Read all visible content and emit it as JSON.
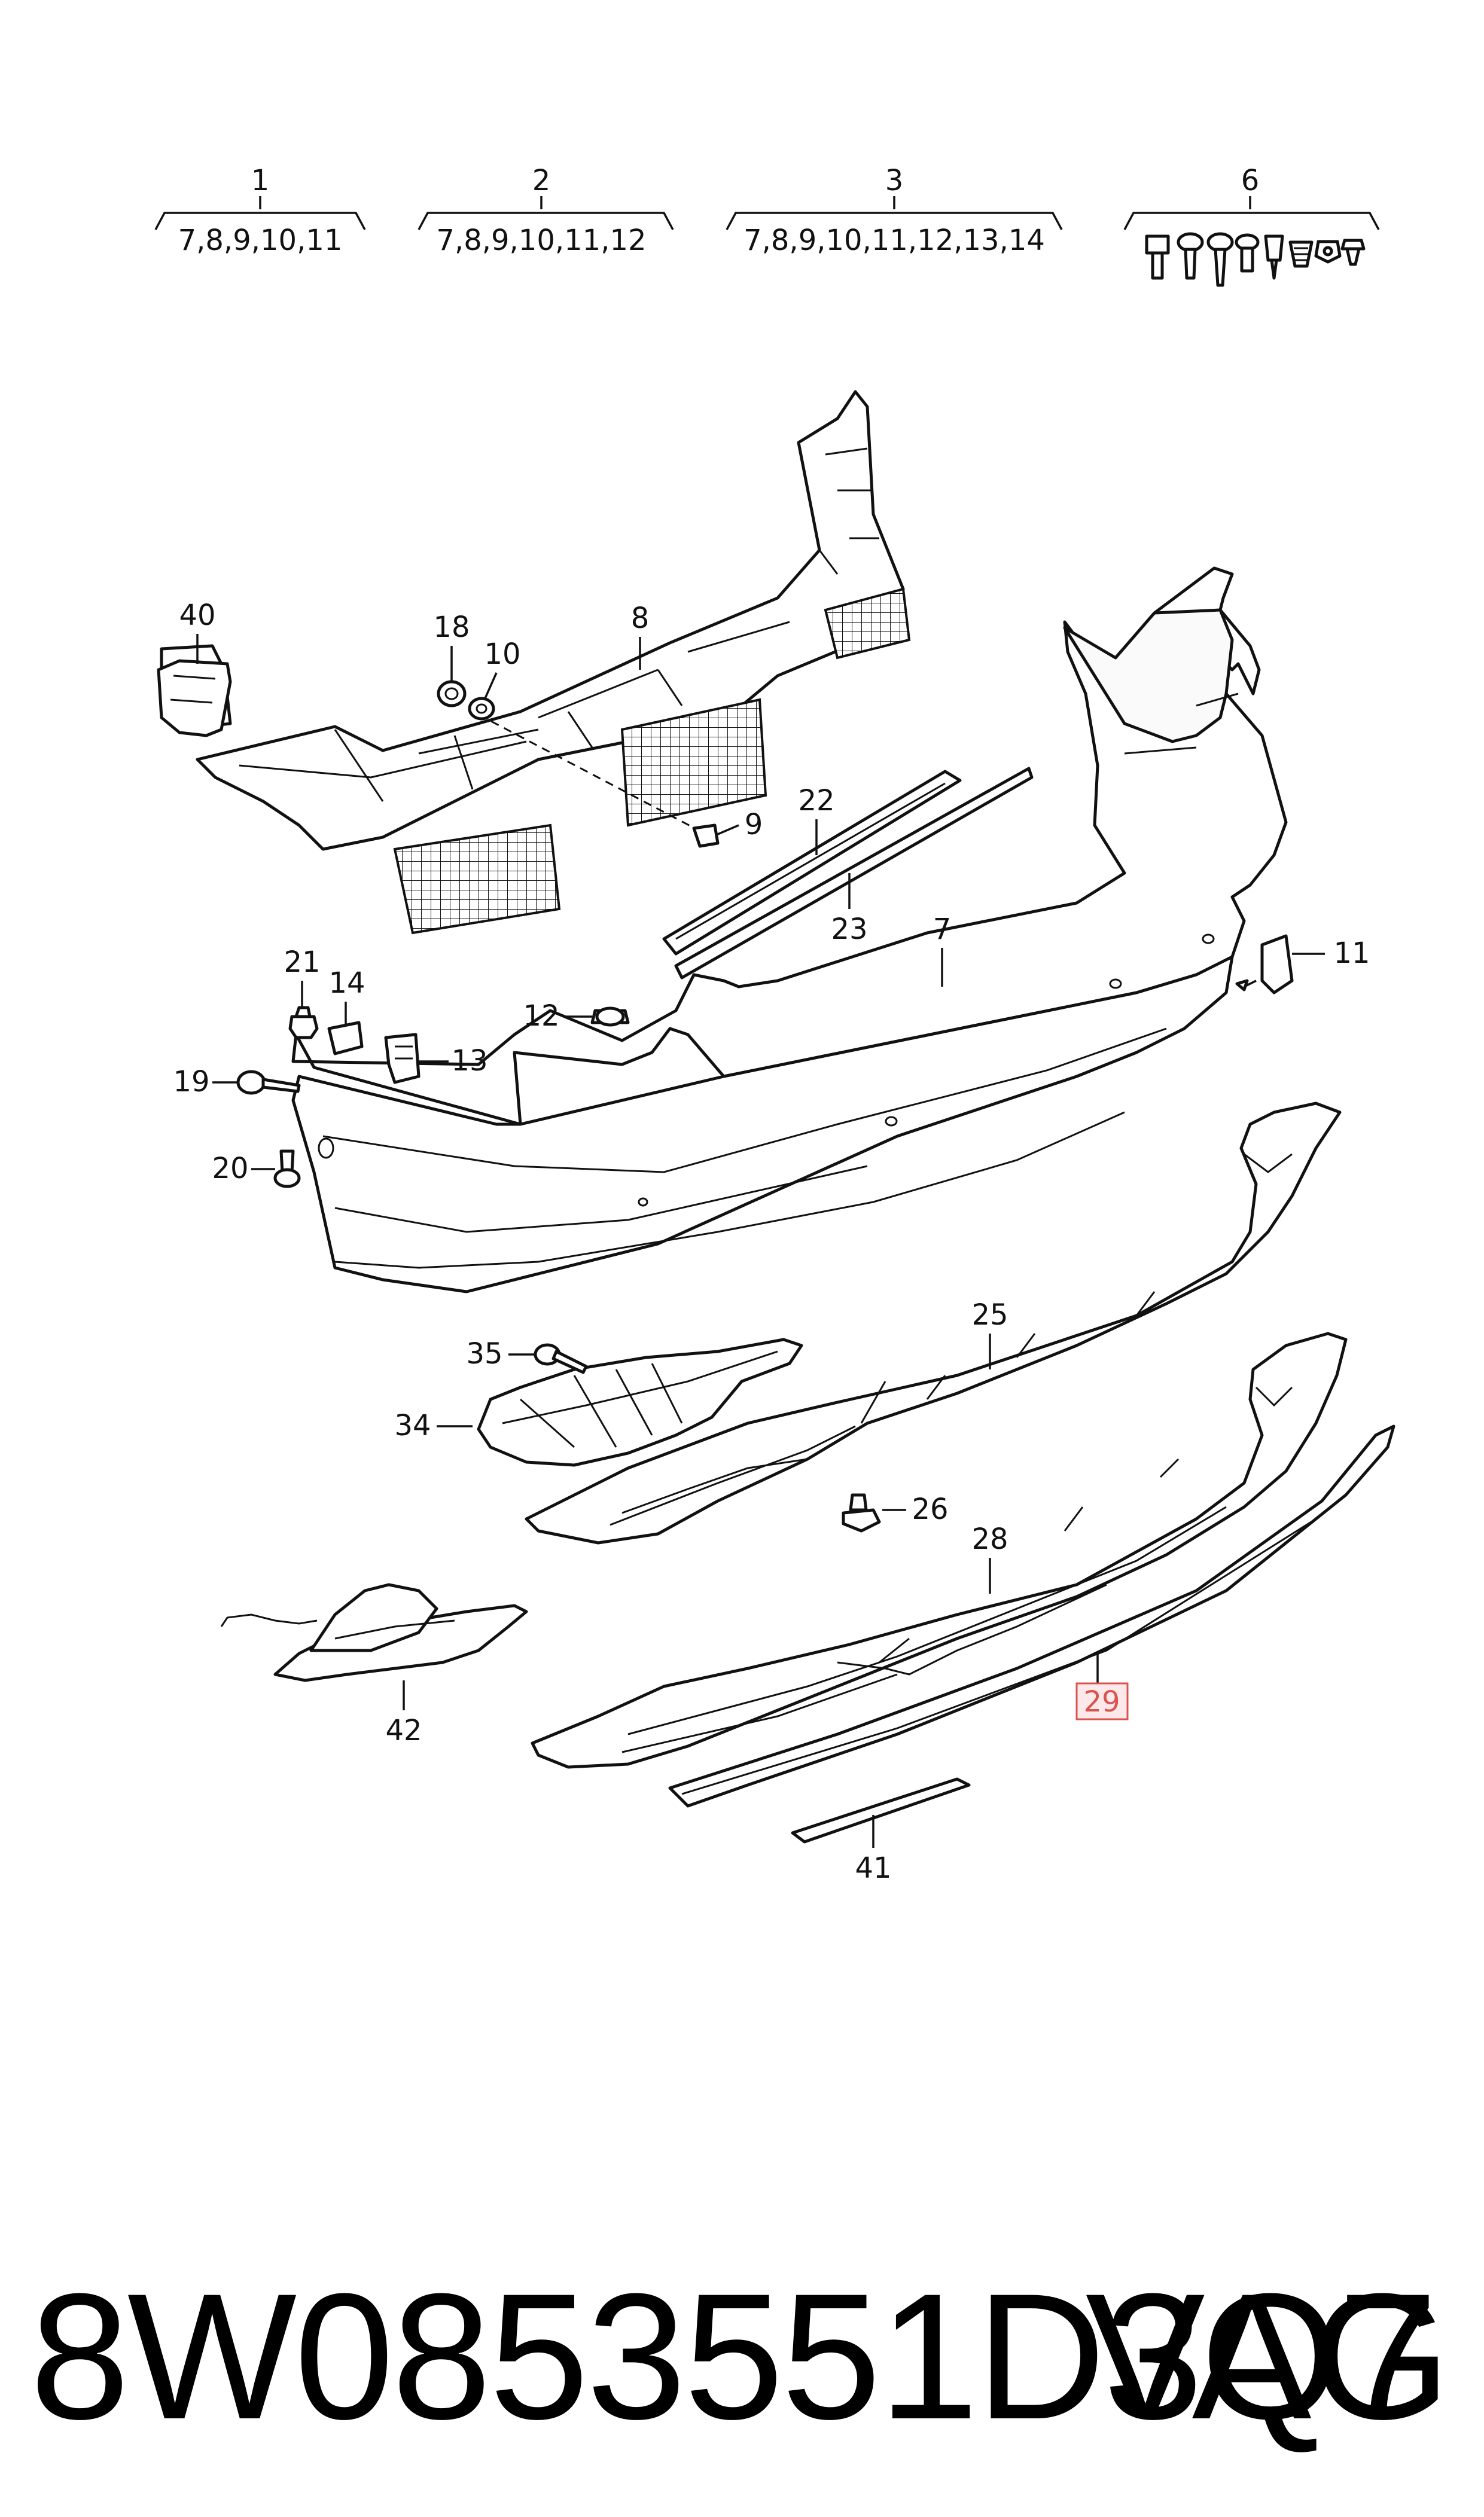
{
  "groups": [
    {
      "number": "1",
      "parts": "7,8,9,10,11"
    },
    {
      "number": "2",
      "parts": "7,8,9,10,11,12"
    },
    {
      "number": "3",
      "parts": "7,8,9,10,11,12,13,14"
    },
    {
      "number": "6",
      "parts": ""
    }
  ],
  "callouts": {
    "c40": "40",
    "c18": "18",
    "c10": "10",
    "c8": "8",
    "c9": "9",
    "c22": "22",
    "c23": "23",
    "c7": "7",
    "c11": "11",
    "c21": "21",
    "c14": "14",
    "c12": "12",
    "c13": "13",
    "c19": "19",
    "c20": "20",
    "c25": "25",
    "c35": "35",
    "c34": "34",
    "c26": "26",
    "c28": "28",
    "c29": "29",
    "c42": "42",
    "c41": "41"
  },
  "highlighted_callout": "29",
  "highlight_color": "#d9534f",
  "footer": {
    "part_number": "8W0853551D3Q7",
    "brand": "VAG"
  }
}
